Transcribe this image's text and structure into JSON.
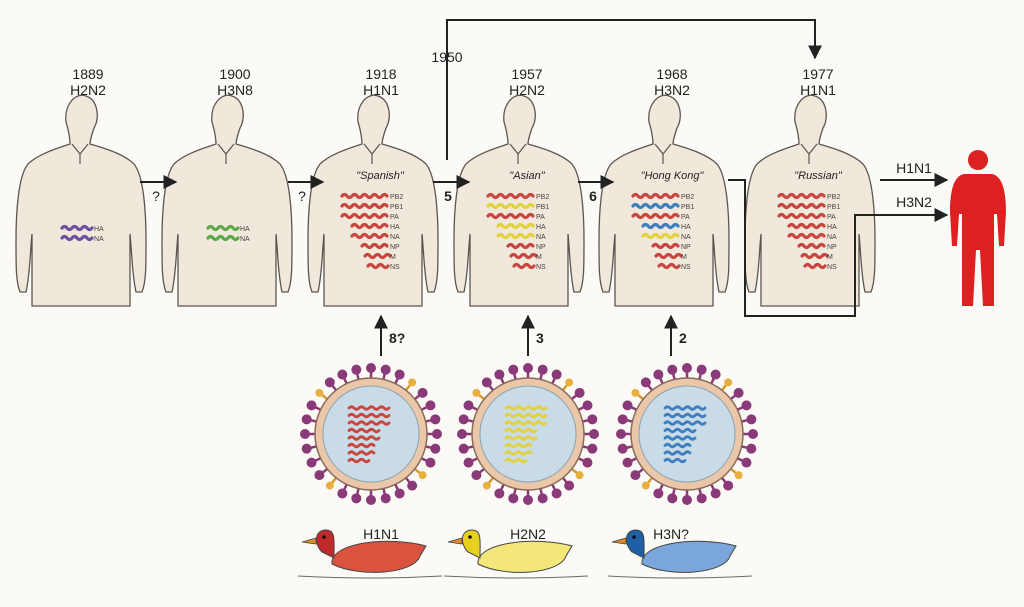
{
  "people": [
    {
      "year": "1889",
      "subtype": "H2N2",
      "nickname": "",
      "genes": [
        "HA",
        "NA"
      ],
      "gene_colors": [
        "#6b4fa0",
        "#6b4fa0"
      ]
    },
    {
      "year": "1900",
      "subtype": "H3N8",
      "nickname": "",
      "genes": [
        "HA",
        "NA"
      ],
      "gene_colors": [
        "#5ca84a",
        "#5ca84a"
      ]
    },
    {
      "year": "1918",
      "subtype": "H1N1",
      "nickname": "\"Spanish\"",
      "genes": [
        "PB2",
        "PB1",
        "PA",
        "HA",
        "NA",
        "NP",
        "M",
        "NS"
      ],
      "gene_colors": [
        "#c8463e",
        "#c8463e",
        "#c8463e",
        "#c8463e",
        "#c8463e",
        "#c8463e",
        "#c8463e",
        "#c8463e"
      ]
    },
    {
      "year": "1957",
      "subtype": "H2N2",
      "nickname": "\"Asian\"",
      "genes": [
        "PB2",
        "PB1",
        "PA",
        "HA",
        "NA",
        "NP",
        "M",
        "NS"
      ],
      "gene_colors": [
        "#c8463e",
        "#e2d23c",
        "#c8463e",
        "#e2d23c",
        "#e2d23c",
        "#c8463e",
        "#c8463e",
        "#c8463e"
      ]
    },
    {
      "year": "1968",
      "subtype": "H3N2",
      "nickname": "\"Hong Kong\"",
      "genes": [
        "PB2",
        "PB1",
        "PA",
        "HA",
        "NA",
        "NP",
        "M",
        "NS"
      ],
      "gene_colors": [
        "#c8463e",
        "#3f7fc0",
        "#c8463e",
        "#3f7fc0",
        "#e2d23c",
        "#c8463e",
        "#c8463e",
        "#c8463e"
      ]
    },
    {
      "year": "1977",
      "subtype": "H1N1",
      "nickname": "\"Russian\"",
      "genes": [
        "PB2",
        "PB1",
        "PA",
        "HA",
        "NA",
        "NP",
        "M",
        "NS"
      ],
      "gene_colors": [
        "#c8463e",
        "#c8463e",
        "#c8463e",
        "#c8463e",
        "#c8463e",
        "#c8463e",
        "#c8463e",
        "#c8463e"
      ]
    }
  ],
  "transitions": [
    "?",
    "?",
    "5",
    "6"
  ],
  "loop_year": "1950",
  "outputs": [
    "H1N1",
    "H3N2"
  ],
  "contributions": [
    "8?",
    "3",
    "2"
  ],
  "avian_viruses": [
    {
      "subtype": "H1N1",
      "rna_color": "#c8463e",
      "duck_color": "#d9533f",
      "head_color": "#c0292a"
    },
    {
      "subtype": "H2N2",
      "rna_color": "#e2d23c",
      "duck_color": "#f3e77a",
      "head_color": "#e6d21e"
    },
    {
      "subtype": "H3N?",
      "rna_color": "#3f7fc0",
      "duck_color": "#7aa6dc",
      "head_color": "#1f5fa8"
    }
  ],
  "colors": {
    "body": "#f1e8dc",
    "outline": "#5b5650",
    "spike": "#8a3a78",
    "capsid": "#c9dbe6",
    "human_red": "#dd2020"
  }
}
